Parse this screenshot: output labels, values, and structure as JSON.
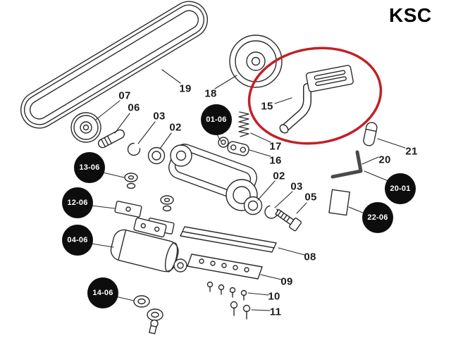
{
  "title": "KSC",
  "colors": {
    "ink": "#2b2b2b",
    "highlight": "#c22026",
    "badge_bg": "#0d0d0d",
    "badge_fg": "#ffffff"
  },
  "highlight": {
    "shape": "ellipse",
    "around_part": "15"
  },
  "part_labels": [
    {
      "text": "19"
    },
    {
      "text": "18"
    },
    {
      "text": "07"
    },
    {
      "text": "06"
    },
    {
      "text": "03"
    },
    {
      "text": "02"
    },
    {
      "text": "15"
    },
    {
      "text": "17"
    },
    {
      "text": "16"
    },
    {
      "text": "02"
    },
    {
      "text": "03"
    },
    {
      "text": "05"
    },
    {
      "text": "21"
    },
    {
      "text": "20"
    },
    {
      "text": "08"
    },
    {
      "text": "09"
    },
    {
      "text": "10"
    },
    {
      "text": "11"
    }
  ],
  "badges": [
    {
      "text": "01-06"
    },
    {
      "text": "13-06"
    },
    {
      "text": "12-06"
    },
    {
      "text": "04-06"
    },
    {
      "text": "14-06"
    },
    {
      "text": "20-01"
    },
    {
      "text": "22-06"
    }
  ]
}
